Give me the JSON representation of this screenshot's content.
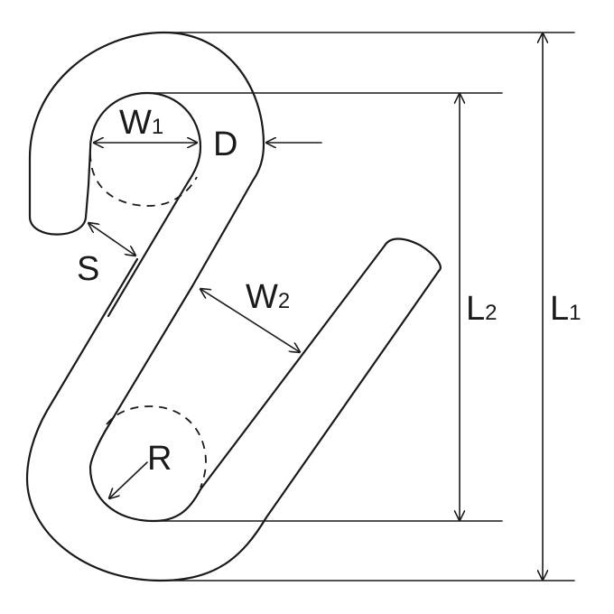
{
  "labels": {
    "w1": "W",
    "w1_sub": "1",
    "w2": "W",
    "w2_sub": "2",
    "d": "D",
    "s": "S",
    "r": "R",
    "l1": "L",
    "l1_sub": "1",
    "l2": "L",
    "l2_sub": "2"
  },
  "colors": {
    "line": "#1a1a1a",
    "background": "#ffffff"
  }
}
